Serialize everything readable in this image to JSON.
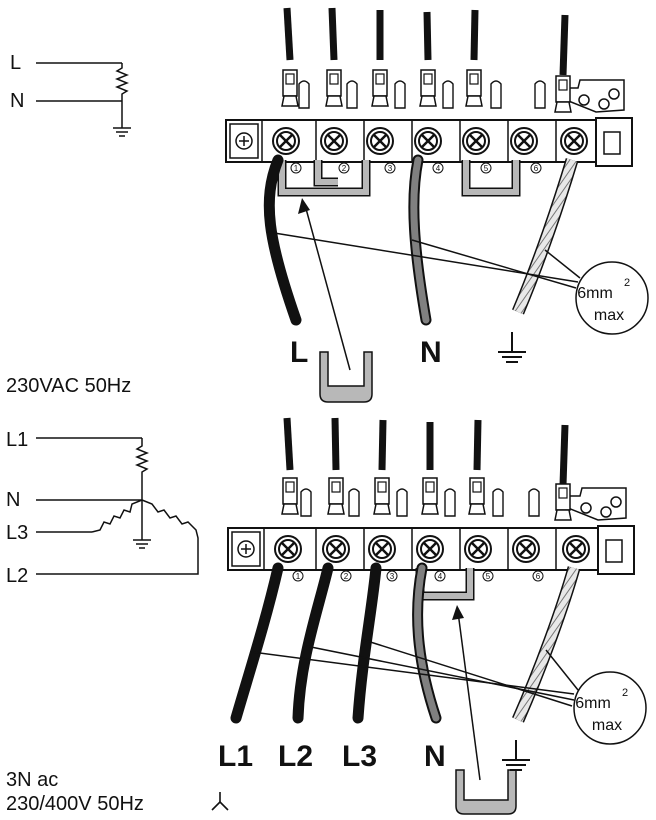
{
  "top": {
    "schematic_labels": {
      "line": "L",
      "neutral": "N"
    },
    "supply_label": "230VAC 50Hz",
    "wire_labels": {
      "line": "L",
      "neutral": "N"
    },
    "terminals": [
      "1",
      "2",
      "3",
      "4",
      "5",
      "6"
    ],
    "callout": {
      "size": "6mm",
      "superscript": "2",
      "max": "max"
    }
  },
  "bottom": {
    "schematic_labels": {
      "l1": "L1",
      "neutral": "N",
      "l3": "L3",
      "l2": "L2"
    },
    "supply_line1": "3N ac",
    "supply_line2": "230/400V 50Hz",
    "wire_labels": {
      "l1": "L1",
      "l2": "L2",
      "l3": "L3",
      "neutral": "N"
    },
    "terminals": [
      "1",
      "2",
      "3",
      "4",
      "5",
      "6"
    ],
    "callout": {
      "size": "6mm",
      "superscript": "2",
      "max": "max"
    }
  },
  "colors": {
    "black_wire": "#111111",
    "neutral_wire": "#808080",
    "earth_wire": "#cfcfcf",
    "bridge": "#b8b8b8"
  }
}
